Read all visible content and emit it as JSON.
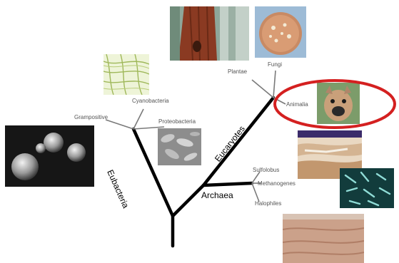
{
  "tree": {
    "domains": {
      "eubacteria": "Eubacteria",
      "eucaryotes": "Eucaryotes",
      "archaea": "Archaea"
    },
    "leaves": {
      "grampositive": "Grampositive",
      "cyanobacteria": "Cyanobacteria",
      "proteobacteria": "Proteobacteria",
      "plantae": "Plantae",
      "fungi": "Fungi",
      "animalia": "Animalia",
      "sulfolobus": "Sulfolobus",
      "methanogenes": "Methanogenes",
      "halophiles": "Halophiles"
    }
  },
  "highlight": {
    "target": "Animalia",
    "color": "#d42020"
  },
  "colors": {
    "branch": "#000000",
    "leaf_line": "#7a7a7a",
    "label": "#555555"
  }
}
